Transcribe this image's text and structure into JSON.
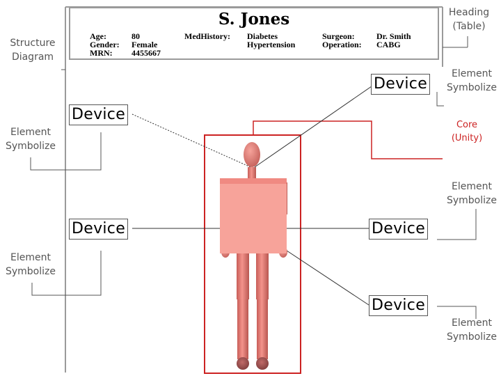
{
  "heading": {
    "patient_name": "S. Jones",
    "col1_labels": "Age:\nGender:\nMRN:",
    "col1_values": "80\nFemale\n4455667",
    "col2_label": "MedHistory:",
    "col2_values": "Diabetes\nHypertension",
    "col3_labels": "Surgeon:\nOperation:",
    "col3_values": "Dr. Smith\nCABG"
  },
  "labels": {
    "heading_table": "Heading\n(Table)",
    "structure_diagram": "Structure\nDiagram",
    "element_symbolize_right_1": "Element\nSymbolize",
    "element_symbolize_left_1": "Element\nSymbolize",
    "core_unity": "Core\n(Unity)",
    "element_symbolize_right_2": "Element\nSymbolize",
    "element_symbolize_left_2": "Element\nSymbolize",
    "element_symbolize_right_3": "Element\nSymbolize"
  },
  "devices": {
    "d1": "Device",
    "d2": "Device",
    "d3": "Device",
    "d4": "Device",
    "d5": "Device"
  },
  "colors": {
    "body": "#e8827c",
    "torso": "#f7a39a",
    "core_frame": "#cc2222",
    "connector": "#555555"
  }
}
